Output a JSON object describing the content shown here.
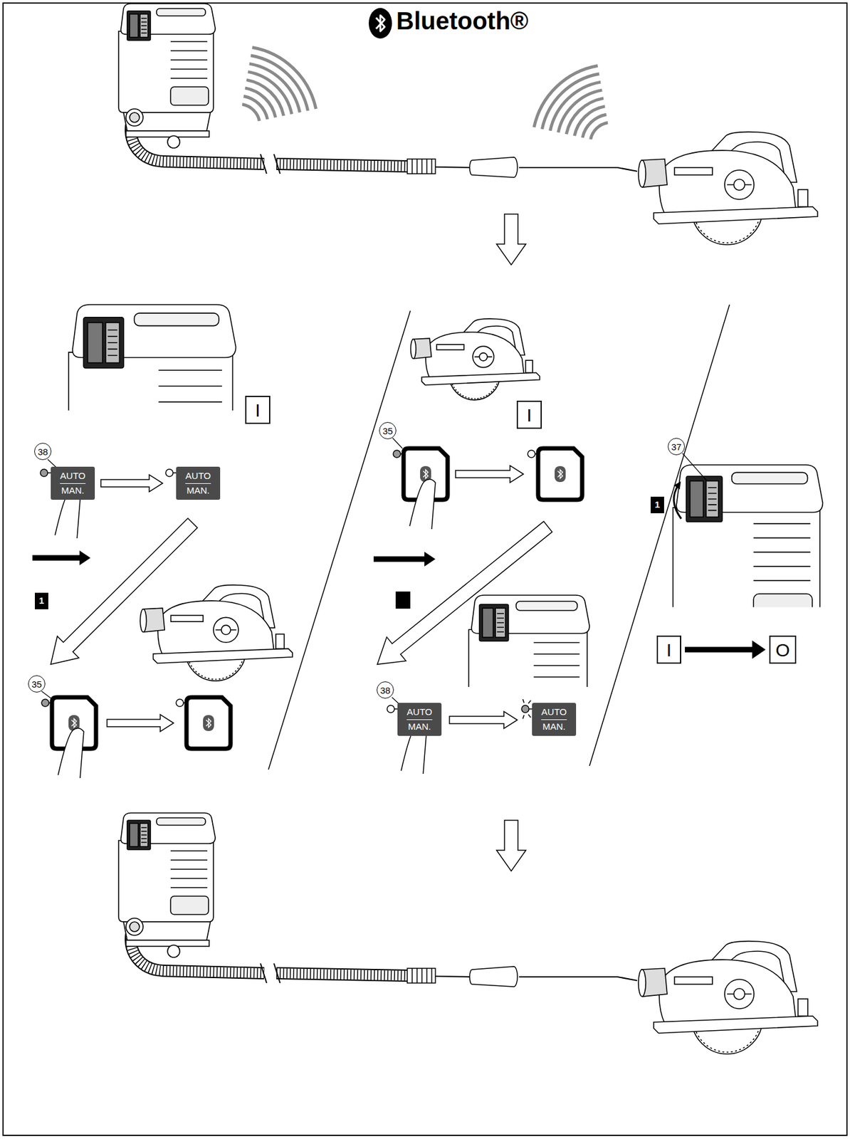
{
  "diagram": {
    "title": "Bluetooth®",
    "nodes": [
      {
        "text": [
          "I"
        ]
      },
      {
        "text": [
          "AUTO",
          "MAN."
        ]
      },
      {
        "text": [
          "AUTO",
          "MAN."
        ]
      },
      {
        "text": [
          "1"
        ]
      },
      {
        "text": [
          "I"
        ]
      },
      {
        "text": [
          "AUTO",
          "MAN."
        ]
      },
      {
        "text": [
          "AUTO",
          "MAN."
        ]
      },
      {
        "text": [
          "1"
        ]
      },
      {
        "text": [
          "I"
        ]
      },
      {
        "text": [
          "O"
        ]
      }
    ],
    "edges": [
      {
        "from": 8,
        "to": 9,
        "arrow": "to"
      }
    ],
    "labels": [
      "38",
      "35",
      "35",
      "38",
      "37"
    ]
  }
}
